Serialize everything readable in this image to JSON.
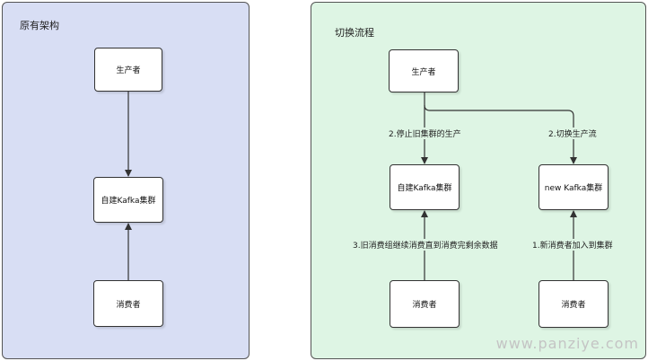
{
  "left_panel": {
    "title": "原有架构",
    "producer": "生产者",
    "kafka": "自建Kafka集群",
    "consumer": "消费者"
  },
  "right_panel": {
    "title": "切换流程",
    "producer": "生产者",
    "old_kafka": "自建Kafka集群",
    "new_kafka": "new Kafka集群",
    "old_consumer": "消费者",
    "new_consumer": "消费者",
    "label_stop_old": "2.停止旧集群的生产",
    "label_switch": "2.切换生产流",
    "label_drain_old": "3.旧消费组继续消费直到消费完剩余数据",
    "label_new_consumer": "1.新消费者加入到集群"
  },
  "watermark": "www.panziye.com",
  "colors": {
    "left_panel_bg": "#d8def4",
    "right_panel_bg": "#def5e4",
    "node_bg": "#ffffff",
    "stroke": "#333333"
  }
}
